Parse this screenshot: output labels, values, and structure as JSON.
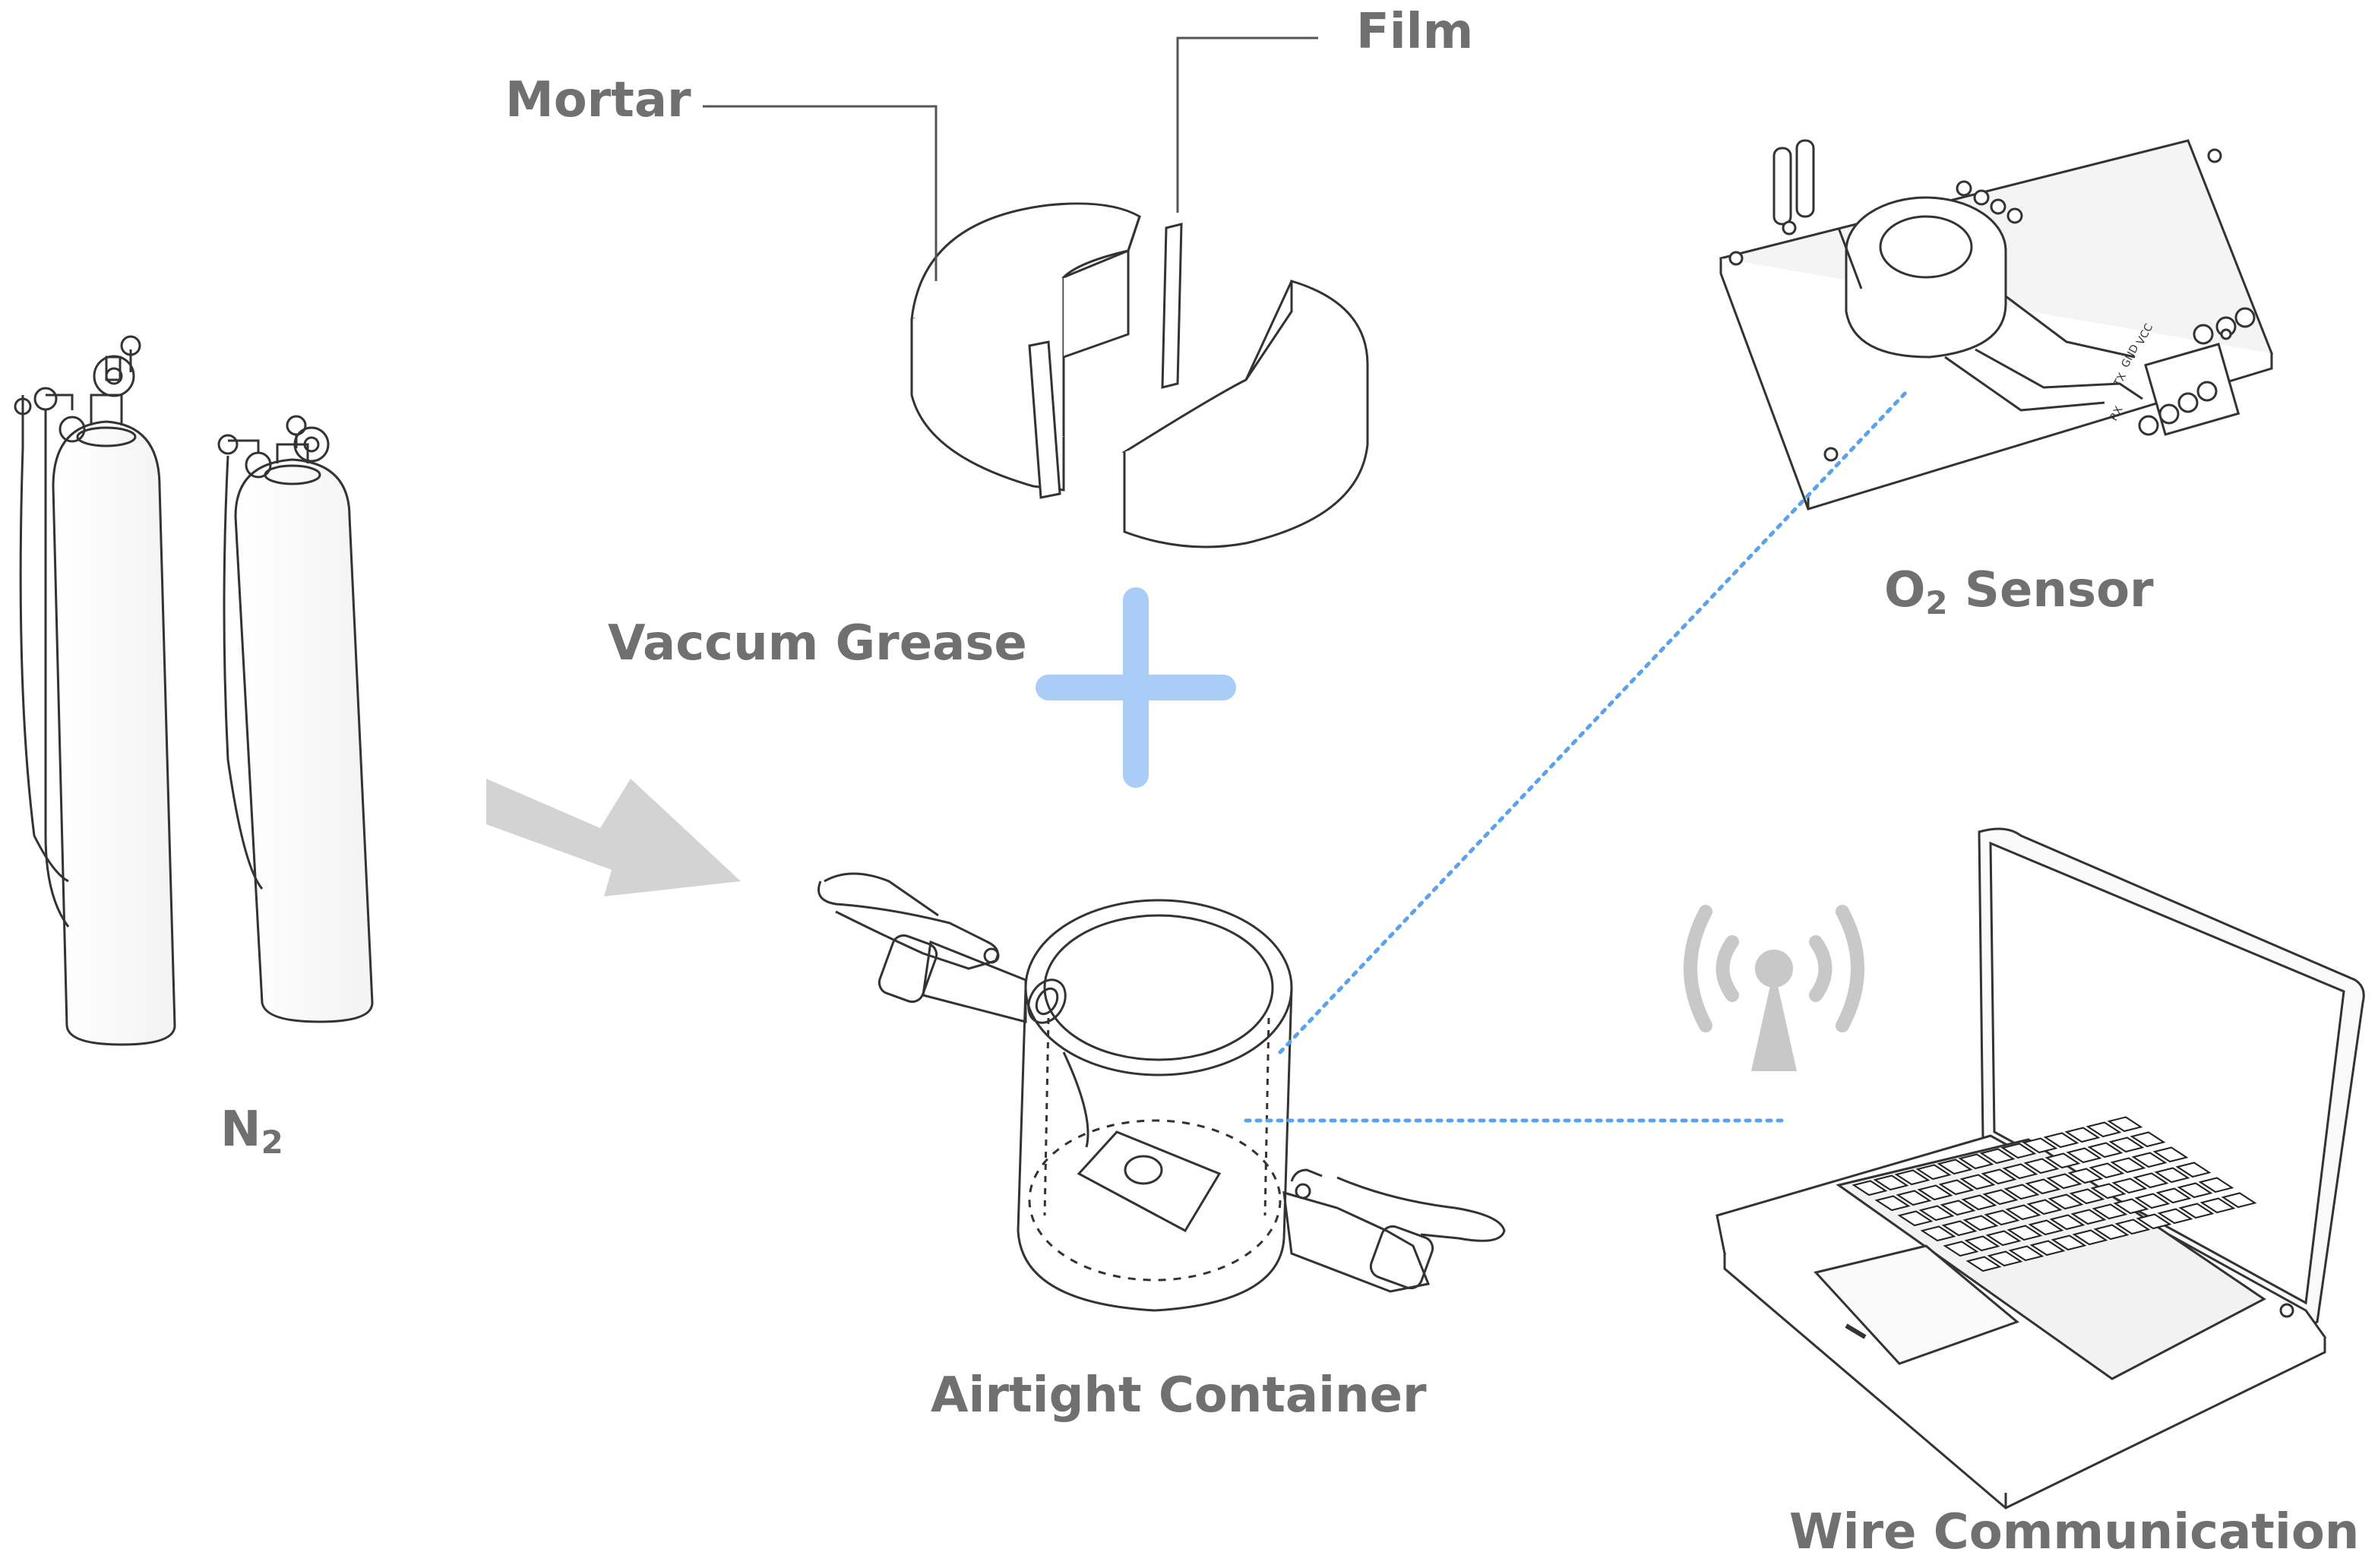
{
  "labels": {
    "mortar": "Mortar",
    "film": "Film",
    "vacuum_grease": "Vaccum Grease",
    "o2_sensor_prefix": "O",
    "o2_sensor_sub": "2",
    "o2_sensor_suffix": " Sensor",
    "n2_prefix": "N",
    "n2_sub": "2",
    "airtight_container": "Airtight Container",
    "wire_communication": "Wire Communication"
  },
  "sensor_pins": [
    "RX",
    "TX",
    "GND",
    "VCC"
  ],
  "colors": {
    "label_text": "#707070",
    "line_art": "#333333",
    "plus_sign": "#a9cdf7",
    "arrow": "#d3d3d3",
    "dotted_link": "#5aa2ee",
    "wifi_icon": "#c8c8c8"
  },
  "icons": {
    "plus": "plus-icon",
    "arrow": "arrow-right-icon",
    "wireless": "wireless-signal-icon"
  }
}
